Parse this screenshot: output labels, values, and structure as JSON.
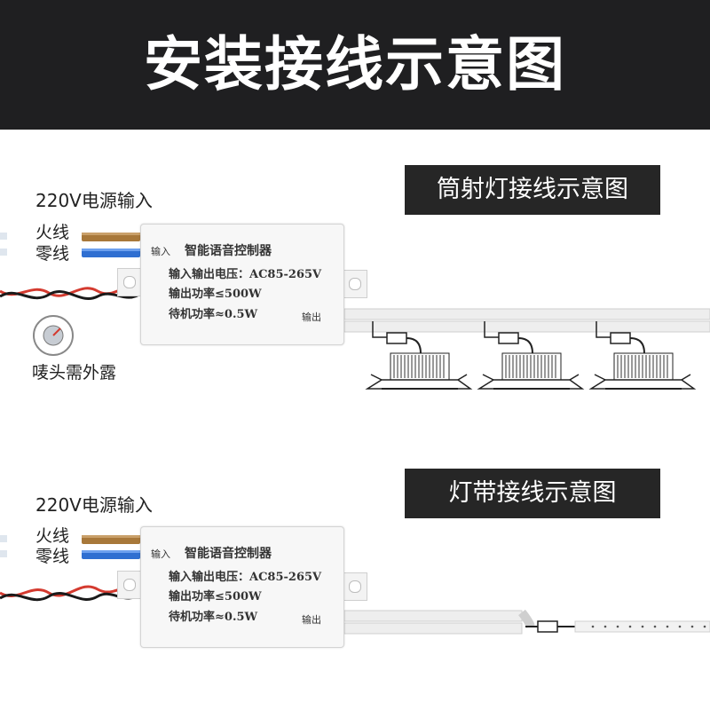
{
  "header": {
    "title": "安装接线示意图"
  },
  "section1": {
    "label": "筒射灯接线示意图",
    "power_input": "220V电源输入",
    "live_wire": "火线",
    "neutral_wire": "零线",
    "mic_note": "唛头需外露",
    "controller": {
      "input_tag": "输入",
      "name": "智能语音控制器",
      "voltage": "输入输出电压：AC85-265V",
      "power": "输出功率≤500W",
      "standby": "待机功率≈0.5W",
      "output_tag": "输出"
    }
  },
  "section2": {
    "label": "灯带接线示意图",
    "power_input": "220V电源输入",
    "live_wire": "火线",
    "neutral_wire": "零线",
    "controller": {
      "input_tag": "输入",
      "name": "智能语音控制器",
      "voltage": "输入输出电压：AC85-265V",
      "power": "输出功率≤500W",
      "standby": "待机功率≈0.5W",
      "output_tag": "输出"
    }
  },
  "colors": {
    "header_bg": "#1f1f21",
    "live_wire": "#a8783a",
    "neutral_wire": "#2f6fd1",
    "twisted_red": "#d43a2f",
    "twisted_black": "#1a1a1a"
  }
}
